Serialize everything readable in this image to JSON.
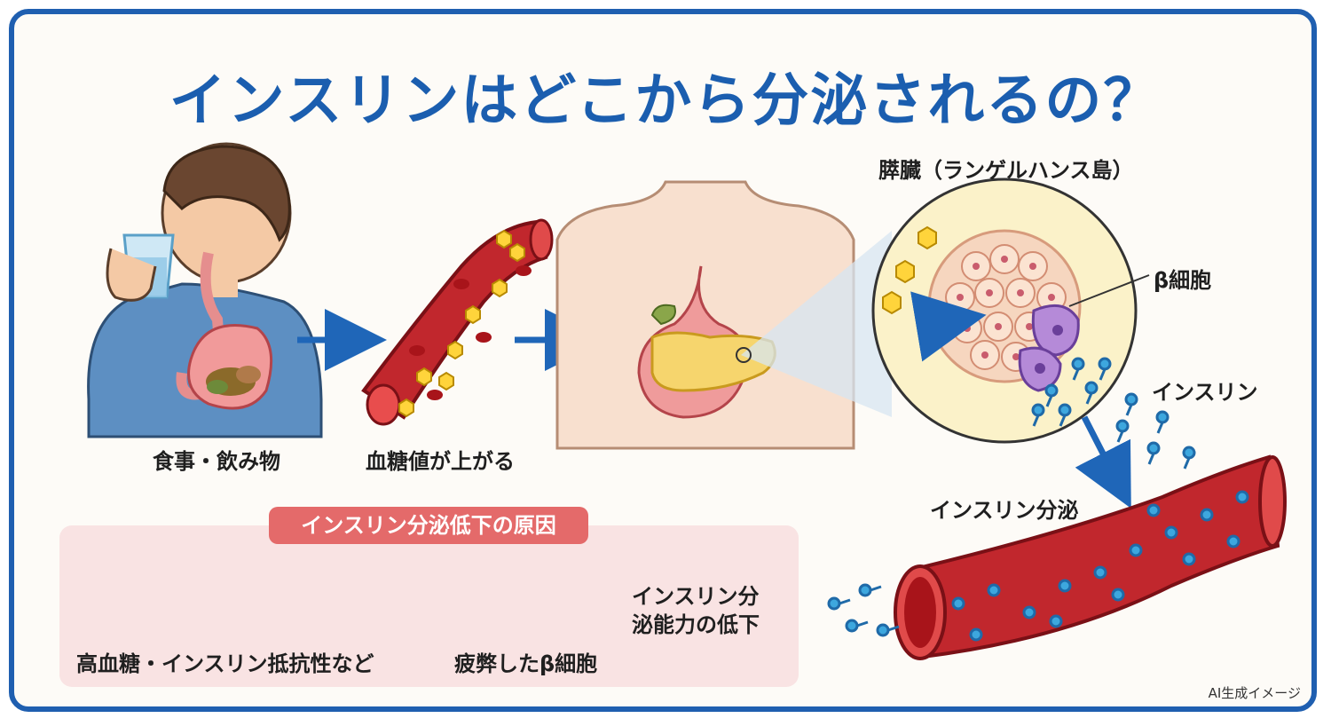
{
  "title": "インスリンはどこから分泌されるの？",
  "labels": {
    "meal": "食事・飲み物",
    "blood_sugar": "血糖値が上がる",
    "pancreas": "膵臓（ランゲルハンス島）",
    "beta_cell": "β細胞",
    "insulin": "インスリン",
    "insulin_secretion": "インスリン分泌"
  },
  "causes": {
    "heading": "インスリン分泌低下の原因",
    "hyperglycemia": "高血糖・インスリン抵抗性など",
    "tired_beta": "疲弊したβ細胞",
    "decline_line1": "インスリン分",
    "decline_line2": "泌能力の低下"
  },
  "watermark": "AI生成イメージ",
  "colors": {
    "frame": "#1f5fb0",
    "title": "#1b5eaf",
    "arrow": "#1f66b8",
    "vessel": "#b4232a",
    "cause_tag": "#e46a6a",
    "cause_panel": "#f9e3e3"
  }
}
